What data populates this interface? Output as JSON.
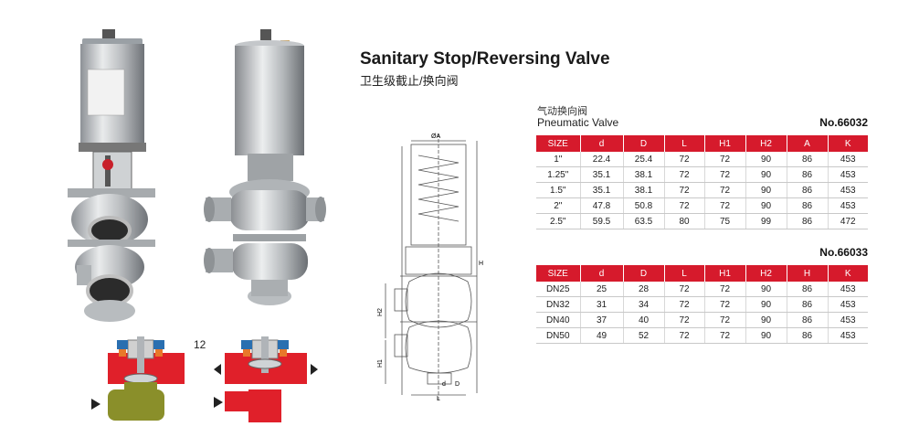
{
  "header": {
    "title": "Sanitary Stop/Reversing Valve",
    "subtitle": "卫生级截止/换向阀"
  },
  "section": {
    "label_cn": "气动换向阀",
    "label_en": "Pneumatic Valve"
  },
  "diagram": {
    "section_number": "12",
    "dim_labels": [
      "ØA",
      "D",
      "d",
      "L",
      "H",
      "H1",
      "H2"
    ]
  },
  "table1": {
    "model": "No.66032",
    "headers": [
      "SIZE",
      "d",
      "D",
      "L",
      "H1",
      "H2",
      "A",
      "K"
    ],
    "rows": [
      [
        "1\"",
        "22.4",
        "25.4",
        "72",
        "72",
        "90",
        "86",
        "453"
      ],
      [
        "1.25\"",
        "35.1",
        "38.1",
        "72",
        "72",
        "90",
        "86",
        "453"
      ],
      [
        "1.5\"",
        "35.1",
        "38.1",
        "72",
        "72",
        "90",
        "86",
        "453"
      ],
      [
        "2\"",
        "47.8",
        "50.8",
        "72",
        "72",
        "90",
        "86",
        "453"
      ],
      [
        "2.5\"",
        "59.5",
        "63.5",
        "80",
        "75",
        "99",
        "86",
        "472"
      ]
    ]
  },
  "table2": {
    "model": "No.66033",
    "headers": [
      "SIZE",
      "d",
      "D",
      "L",
      "H1",
      "H2",
      "H",
      "K"
    ],
    "rows": [
      [
        "DN25",
        "25",
        "28",
        "72",
        "72",
        "90",
        "86",
        "453"
      ],
      [
        "DN32",
        "31",
        "34",
        "72",
        "72",
        "90",
        "86",
        "453"
      ],
      [
        "DN40",
        "37",
        "40",
        "72",
        "72",
        "90",
        "86",
        "453"
      ],
      [
        "DN50",
        "49",
        "52",
        "72",
        "72",
        "90",
        "86",
        "453"
      ]
    ]
  },
  "colors": {
    "header_red": "#d61a2c",
    "flow_red": "#e0202a",
    "flow_olive": "#8a8f2a",
    "seal_blue": "#2a6fb0",
    "seal_orange": "#e8782a"
  }
}
